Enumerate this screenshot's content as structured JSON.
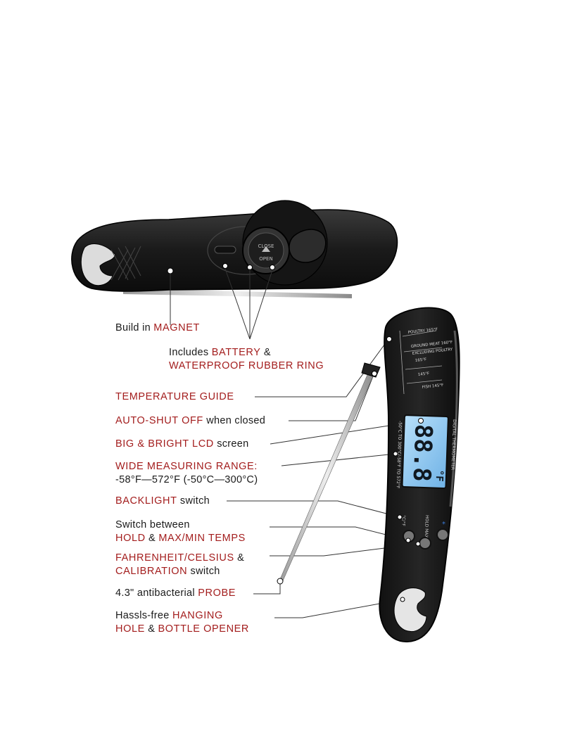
{
  "callouts": {
    "magnet": {
      "pre": "Build in ",
      "red": "MAGNET"
    },
    "battery": {
      "pre": "Includes ",
      "red": "BATTERY",
      "post": " &",
      "line2": "WATERPROOF RUBBER RING"
    },
    "guide": {
      "red": "TEMPERATURE GUIDE"
    },
    "autooff": {
      "red": "AUTO-SHUT OFF",
      "post": " when closed"
    },
    "lcd": {
      "red": "BIG & BRIGHT LCD",
      "post": " screen"
    },
    "range": {
      "red": "WIDE MEASURING RANGE:",
      "line2": "-58°F—572°F (-50°C—300°C)"
    },
    "backlight": {
      "red": "BACKLIGHT",
      "post": " switch"
    },
    "hold": {
      "line1": "Switch between",
      "red1": "HOLD",
      "mid": " & ",
      "red2": "MAX/MIN TEMPS"
    },
    "fc": {
      "red": "FAHRENHEIT/CELSIUS",
      "post": " &",
      "red2": "CALIBRATION",
      "post2": " switch"
    },
    "probe": {
      "pre": "4.3\" antibacterial ",
      "red": "PROBE"
    },
    "hanging": {
      "pre": "Hassls-free ",
      "red": "HANGING",
      "red2": "HOLE",
      "mid": " & ",
      "red3": "BOTTLE OPENER"
    }
  },
  "device": {
    "lcd_reading": "88.8",
    "lcd_unit": "°F",
    "brand_text": "DIGITAL THERMOMETER",
    "range_text": "-50°C TO 300°C/-58°F TO 572°F",
    "unit_button": "°C/°F",
    "mode_button": "HOLD MAX MIN",
    "guide_items": [
      "POULTRY 165°F",
      "GROUND MEAT 160°F",
      "EXCLUDING POULTRY",
      "165°F",
      "145°F",
      "FISH 145°F"
    ],
    "cap_text": "CLOSE OPEN"
  },
  "colors": {
    "accent_red": "#a31d1d",
    "text": "#1a1a1a",
    "device_body": "#1c1c1c",
    "lcd": "#8fc8f0"
  }
}
